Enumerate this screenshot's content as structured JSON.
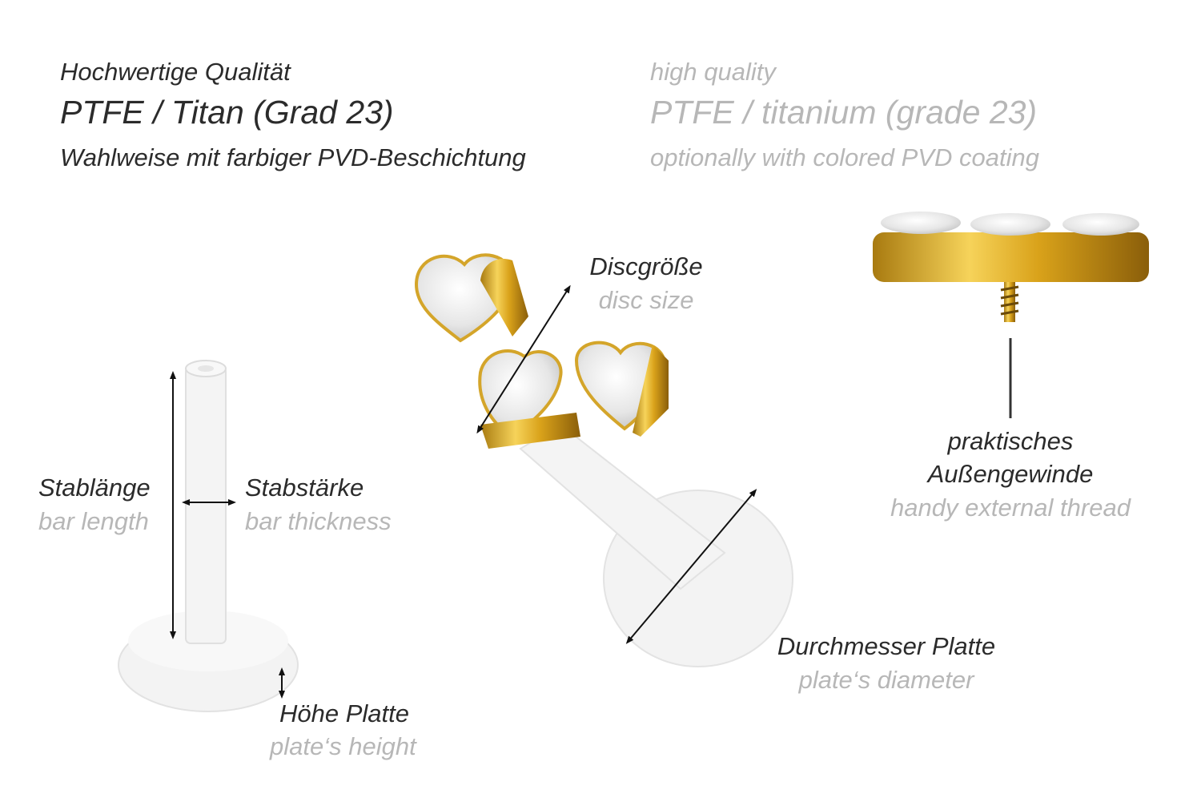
{
  "header": {
    "de": {
      "line1": "Hochwertige Qualität",
      "line2": "PTFE / Titan (Grad 23)",
      "line3": "Wahlweise mit farbiger PVD-Beschichtung"
    },
    "en": {
      "line1": "high quality",
      "line2": "PTFE / titanium (grade 23)",
      "line3": "optionally with colored PVD coating"
    }
  },
  "labels": {
    "bar_length": {
      "de": "Stablänge",
      "en": "bar length"
    },
    "bar_thickness": {
      "de": "Stabstärke",
      "en": "bar thickness"
    },
    "plate_height": {
      "de": "Höhe Platte",
      "en": "plate‘s height"
    },
    "disc_size": {
      "de": "Discgröße",
      "en": "disc size"
    },
    "plate_diameter": {
      "de": "Durchmesser Platte",
      "en": "plate‘s diameter"
    },
    "thread": {
      "de_line1": "praktisches",
      "de_line2": "Außengewinde",
      "en": "handy external thread"
    }
  },
  "colors": {
    "text_de": "#2b2b2b",
    "text_en": "#b7b7b7",
    "gold": "#e0b01c",
    "ptfe": "#f1f1f1"
  }
}
